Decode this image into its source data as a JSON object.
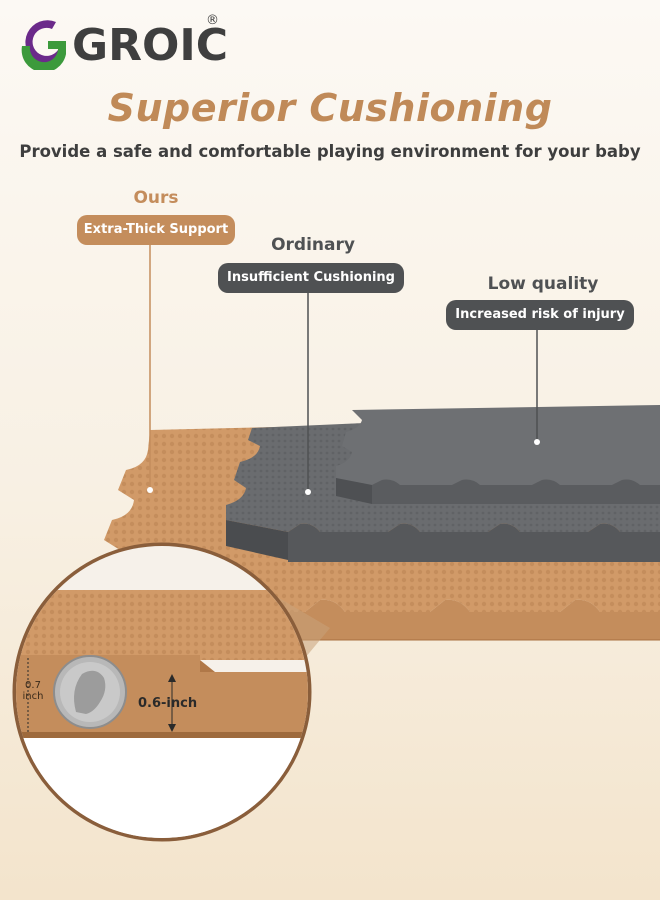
{
  "brand": {
    "name": "GROIC",
    "registered_mark": "®",
    "colors": {
      "purple": "#6b2a8a",
      "green": "#3c9a3c",
      "gray": "#3f3f3f"
    }
  },
  "header": {
    "title": "Superior Cushioning",
    "subtitle": "Provide a safe and comfortable playing environment for your baby"
  },
  "comparison": [
    {
      "heading": "Ours",
      "badge": "Extra-Thick Support",
      "color": "#c48d5c"
    },
    {
      "heading": "Ordinary",
      "badge": "Insufficient Cushioning",
      "color": "#4f5153"
    },
    {
      "heading": "Low quality",
      "badge": "Increased risk of injury",
      "color": "#4f5153"
    }
  ],
  "inset": {
    "thickness_ours": "0.7",
    "thickness_ours_unit": "inch",
    "thickness_other": "0.6-inch",
    "icon": "coin-dime-icon"
  },
  "colors": {
    "tan": "#c48d5c",
    "tan_light": "#d8a877",
    "gray_mat": "#5a5c5f",
    "gray_mat_top": "#6e7073",
    "title": "#c08a58"
  }
}
